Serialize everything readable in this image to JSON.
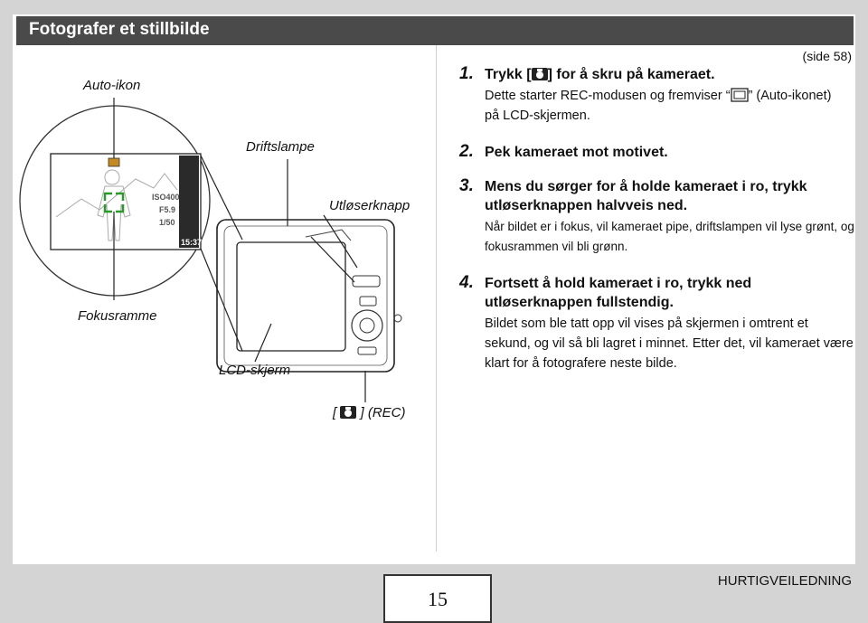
{
  "header": {
    "title": "Fotografer et stillbilde"
  },
  "reference": "(side 58)",
  "labels": {
    "auto_icon": "Auto-ikon",
    "driftslampe": "Driftslampe",
    "utloserknapp": "Utløserknapp",
    "fokusramme": "Fokusramme",
    "lcd": "LCD-skjerm",
    "rec_open": "[",
    "rec_close": "] (REC)"
  },
  "lcd_screen": {
    "iso": "ISO400",
    "fstop": "F5.9",
    "shutter": "1/50",
    "time": "15:37"
  },
  "steps": [
    {
      "num": "1.",
      "head_pre": "Trykk [",
      "head_post": "] for å skru på kameraet.",
      "body_pre": "Dette starter REC-modusen og fremviser “",
      "body_post": "” (Auto-ikonet) på LCD-skjermen."
    },
    {
      "num": "2.",
      "head": "Pek kameraet mot motivet."
    },
    {
      "num": "3.",
      "head": "Mens du sørger for å holde kameraet i ro, trykk utløserknappen halvveis ned.",
      "body": "Når bildet er i fokus, vil kameraet pipe, driftslampen vil lyse grønt, og fokusrammen vil bli grønn."
    },
    {
      "num": "4.",
      "head": "Fortsett å hold kameraet i ro, trykk ned utløserknappen fullstendig.",
      "body": "Bildet som ble tatt opp vil vises på skjermen i omtrent et sekund, og vil så bli lagret i minnet. Etter det, vil kameraet være klart for å fotografere neste bilde."
    }
  ],
  "footer": {
    "page_number": "15",
    "section": "HURTIGVEILEDNING"
  },
  "colors": {
    "header_bg": "#4a4a4a",
    "focus_frame": "#2a9a2a",
    "auto_icon": "#c58a1e"
  }
}
